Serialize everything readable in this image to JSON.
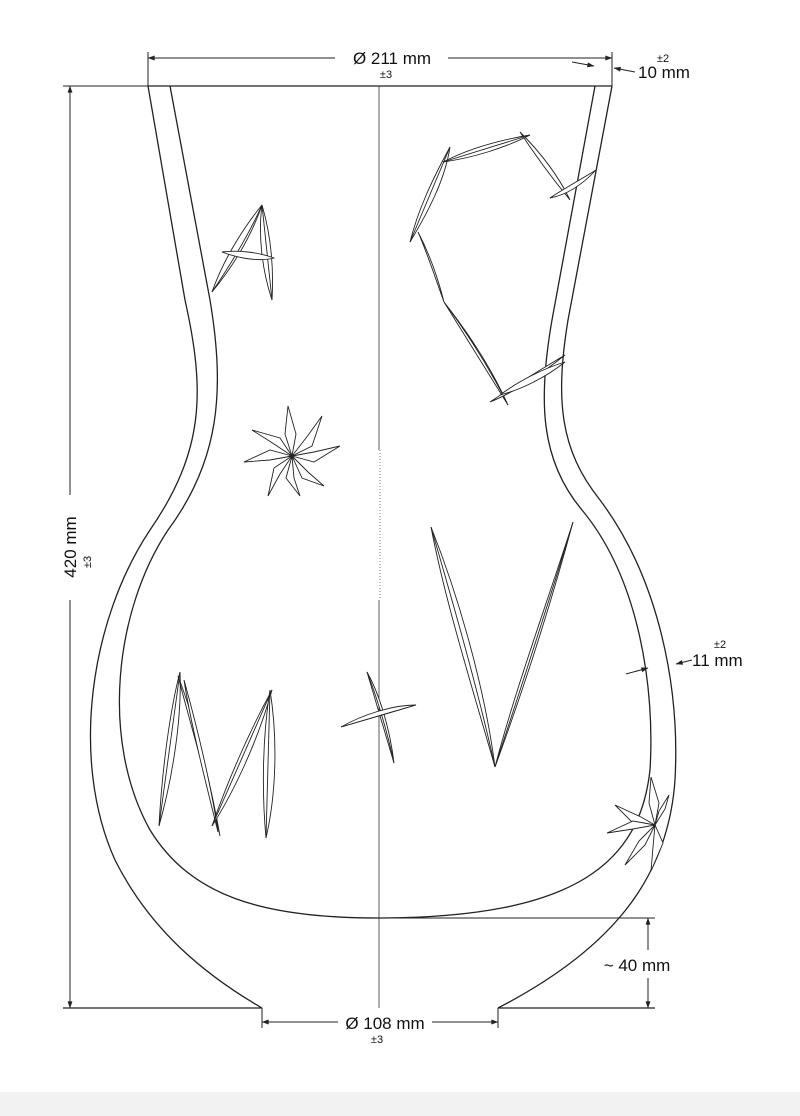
{
  "dimensions": {
    "top_diameter": {
      "label": "Ø 211 mm",
      "tolerance": "±3"
    },
    "wall_top": {
      "label": "10 mm",
      "tolerance": "±2"
    },
    "height": {
      "label": "420 mm",
      "tolerance": "±3"
    },
    "wall_side": {
      "label": "11 mm",
      "tolerance": "±2"
    },
    "bottom_thickness": {
      "label": "~ 40 mm"
    },
    "base_diameter": {
      "label": "Ø 108 mm",
      "tolerance": "±3"
    }
  }
}
